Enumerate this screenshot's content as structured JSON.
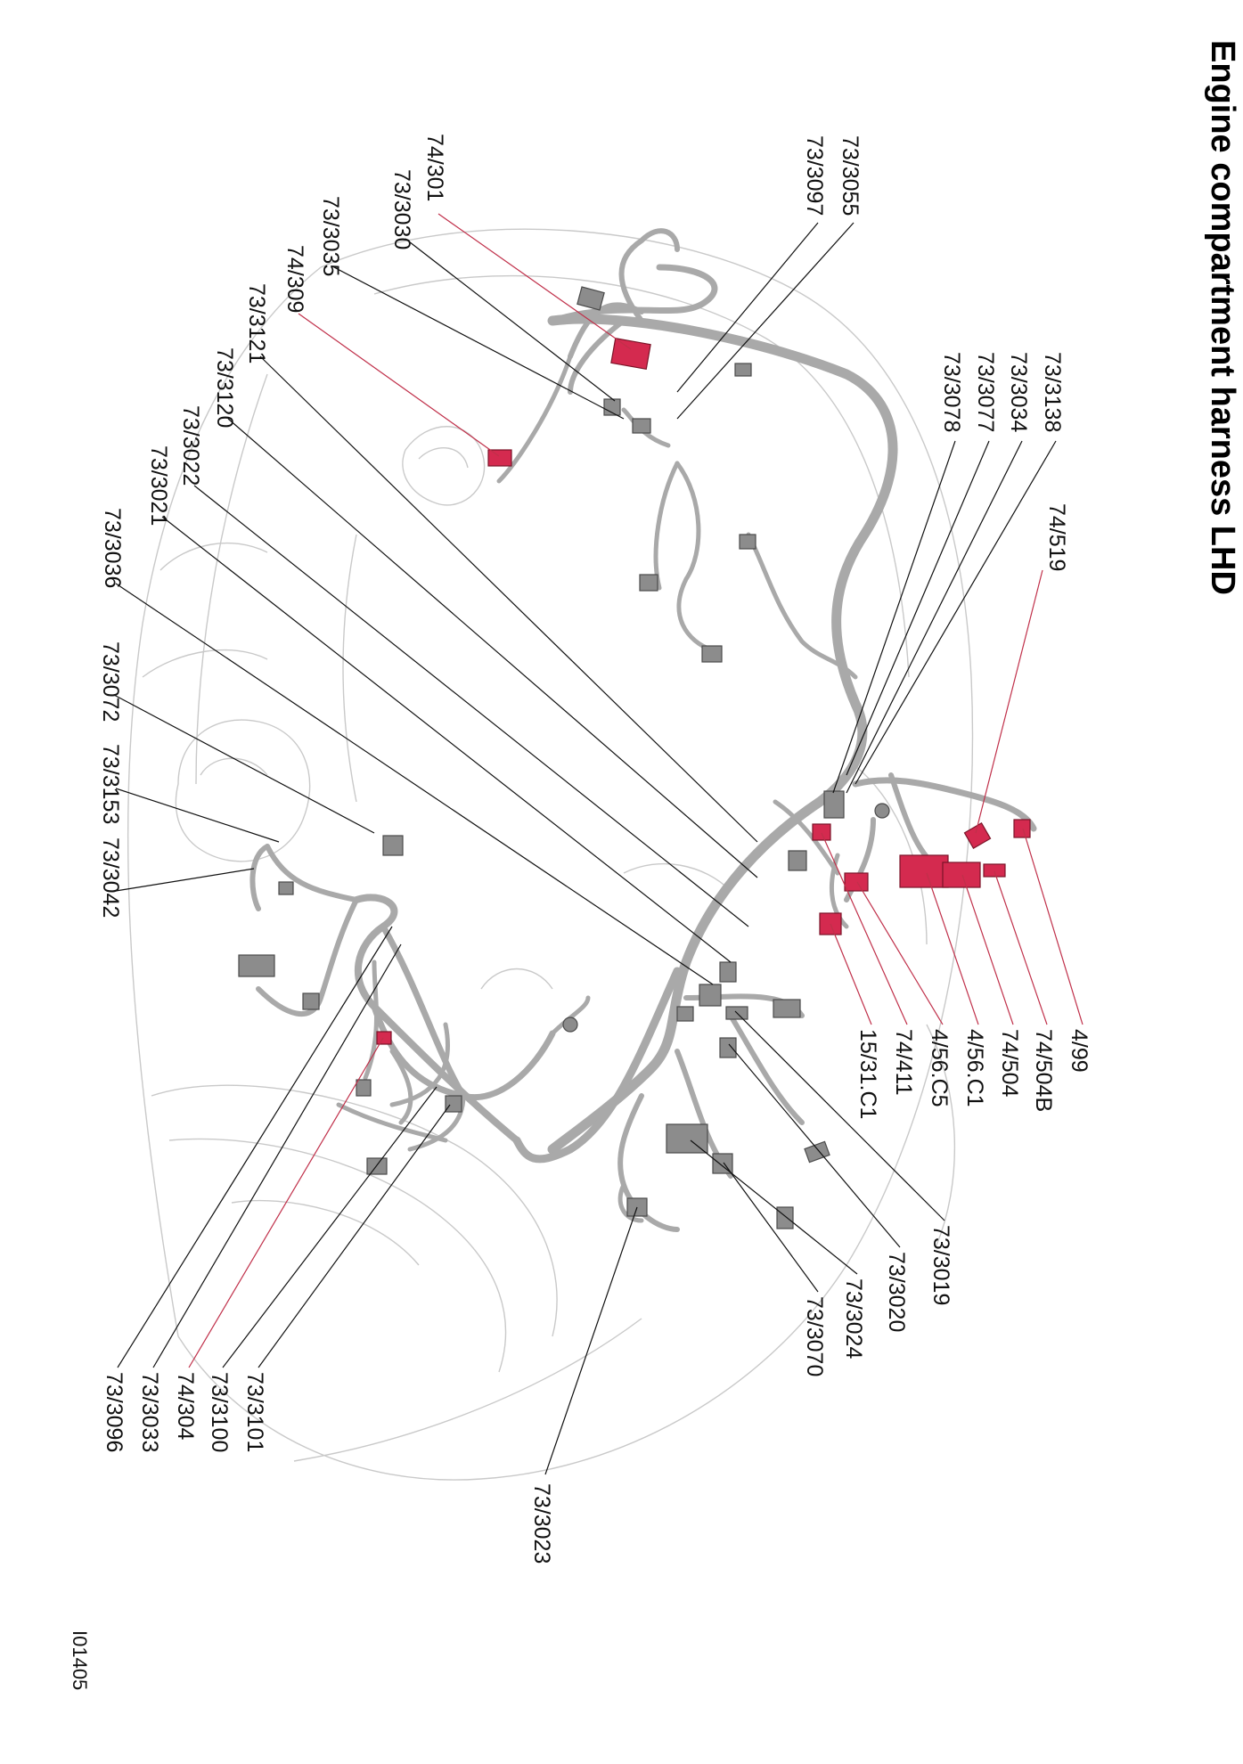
{
  "title": "Engine compartment harness LHD",
  "figure_id": "I01405",
  "labels": [
    {
      "id": "74/301",
      "type": "red"
    },
    {
      "id": "73/3030",
      "type": "black"
    },
    {
      "id": "73/3035",
      "type": "black"
    },
    {
      "id": "74/309",
      "type": "red"
    },
    {
      "id": "73/3121",
      "type": "black"
    },
    {
      "id": "73/3120",
      "type": "black"
    },
    {
      "id": "73/3022",
      "type": "black"
    },
    {
      "id": "73/3021",
      "type": "black"
    },
    {
      "id": "73/3036",
      "type": "black"
    },
    {
      "id": "73/3072",
      "type": "black"
    },
    {
      "id": "73/3153",
      "type": "black"
    },
    {
      "id": "73/3042",
      "type": "black"
    },
    {
      "id": "73/3055",
      "type": "black"
    },
    {
      "id": "73/3097",
      "type": "black"
    },
    {
      "id": "73/3138",
      "type": "black"
    },
    {
      "id": "73/3034",
      "type": "black"
    },
    {
      "id": "73/3077",
      "type": "black"
    },
    {
      "id": "73/3078",
      "type": "black"
    },
    {
      "id": "74/519",
      "type": "red"
    },
    {
      "id": "4/99",
      "type": "red"
    },
    {
      "id": "74/504B",
      "type": "red"
    },
    {
      "id": "74/504",
      "type": "red"
    },
    {
      "id": "4/56.C1",
      "type": "red"
    },
    {
      "id": "4/56.C5",
      "type": "red"
    },
    {
      "id": "74/411",
      "type": "red"
    },
    {
      "id": "15/31.C1",
      "type": "red"
    },
    {
      "id": "73/3019",
      "type": "black"
    },
    {
      "id": "73/3020",
      "type": "black"
    },
    {
      "id": "73/3024",
      "type": "black"
    },
    {
      "id": "73/3070",
      "type": "black"
    },
    {
      "id": "73/3023",
      "type": "black"
    },
    {
      "id": "73/3101",
      "type": "black"
    },
    {
      "id": "73/3100",
      "type": "black"
    },
    {
      "id": "74/304",
      "type": "red"
    },
    {
      "id": "73/3033",
      "type": "black"
    },
    {
      "id": "73/3096",
      "type": "black"
    }
  ],
  "colors": {
    "connector_red": "#d42a4f",
    "connector_grey": "#8c8c8c",
    "harness": "#a9a9a9",
    "outline": "#c9c9c9",
    "leader_red": "#c0304a"
  }
}
